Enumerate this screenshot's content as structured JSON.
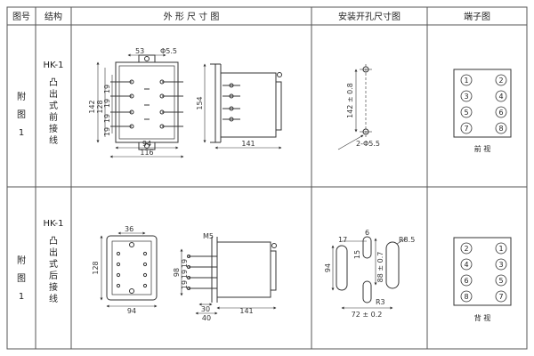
{
  "header": {
    "col_figure_no": "图号",
    "col_structure": "结构",
    "col_outline": "外 形 尺 寸 图",
    "col_cutout": "安装开孔尺寸图",
    "col_terminal": "端子图"
  },
  "rows": [
    {
      "figure_no": [
        "附",
        "图",
        "1"
      ],
      "model": "HK-1",
      "structure_chars": [
        "凸",
        "出",
        "式",
        "前",
        "接",
        "线"
      ],
      "outline_dims": [
        "53",
        "Φ5.5",
        "142",
        "128",
        "19",
        "19",
        "19",
        "19",
        "154",
        "94",
        "116",
        "141"
      ],
      "cutout_dims": [
        "142 ± 0.8",
        "2-Φ5.5"
      ],
      "terminals": [
        "1",
        "2",
        "3",
        "4",
        "5",
        "6",
        "7",
        "8"
      ],
      "terminal_caption": "前 视"
    },
    {
      "figure_no": [
        "附",
        "图",
        "1"
      ],
      "model": "HK-1",
      "structure_chars": [
        "凸",
        "出",
        "式",
        "后",
        "接",
        "线"
      ],
      "outline_dims": [
        "36",
        "128",
        "94",
        "M5",
        "98",
        "19",
        "19",
        "19",
        "30",
        "40",
        "141"
      ],
      "cutout_dims": [
        "17",
        "6",
        "R8.5",
        "94",
        "15",
        "88 ± 0.7",
        "R3",
        "72 ± 0.2"
      ],
      "terminals": [
        "2",
        "1",
        "4",
        "3",
        "6",
        "5",
        "8",
        "7"
      ],
      "terminal_caption": "背 视"
    }
  ]
}
